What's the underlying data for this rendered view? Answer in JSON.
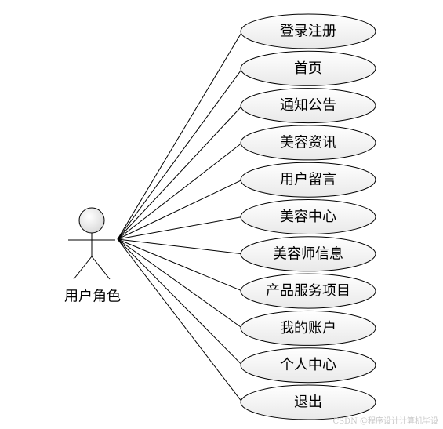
{
  "actor": {
    "label": "用户角色"
  },
  "use_cases": [
    {
      "label": "登录注册"
    },
    {
      "label": "首页"
    },
    {
      "label": "通知公告"
    },
    {
      "label": "美容资讯"
    },
    {
      "label": "用户留言"
    },
    {
      "label": "美容中心"
    },
    {
      "label": "美容师信息"
    },
    {
      "label": "产品服务项目"
    },
    {
      "label": "我的账户"
    },
    {
      "label": "个人中心"
    },
    {
      "label": "退出"
    }
  ],
  "watermark": "CSDN @程序设计计算机毕设"
}
